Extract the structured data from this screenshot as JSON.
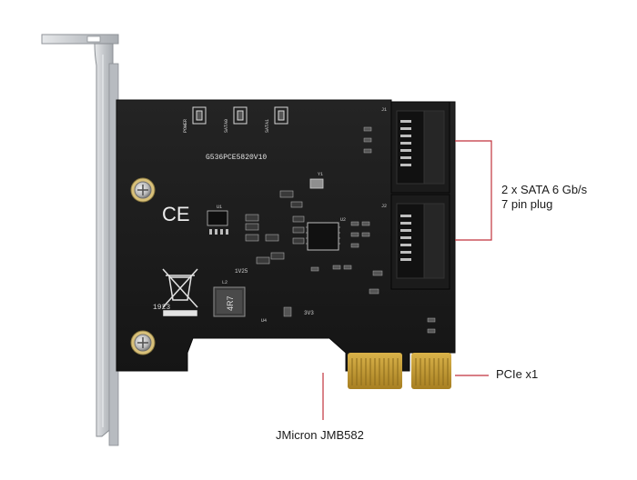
{
  "image": {
    "subject": "PCIe x1 SATA controller card",
    "colors": {
      "background": "#ffffff",
      "pcb": "#1c1c1c",
      "bracket": "#c9ccd0",
      "gold": "#c9a23a",
      "callout": "#c0323c"
    }
  },
  "board": {
    "model_text": "G536PCE5820V10",
    "ce_mark": "CE",
    "date_code": "1923",
    "inductor_text": "4R7",
    "silkscreen": {
      "power": "POWER",
      "sata0": "SATA0",
      "sata1": "SATA1",
      "v3v3": "3V3",
      "v1v25": "1V25",
      "u1": "U1",
      "u2": "U2",
      "u4": "U4",
      "l2": "L2",
      "y1": "Y1",
      "j1": "J1",
      "j2": "J2"
    }
  },
  "callouts": {
    "sata_line1": "2 x SATA 6 Gb/s",
    "sata_line2": "7 pin plug",
    "pcie": "PCIe x1",
    "chip": "JMicron JMB582"
  }
}
